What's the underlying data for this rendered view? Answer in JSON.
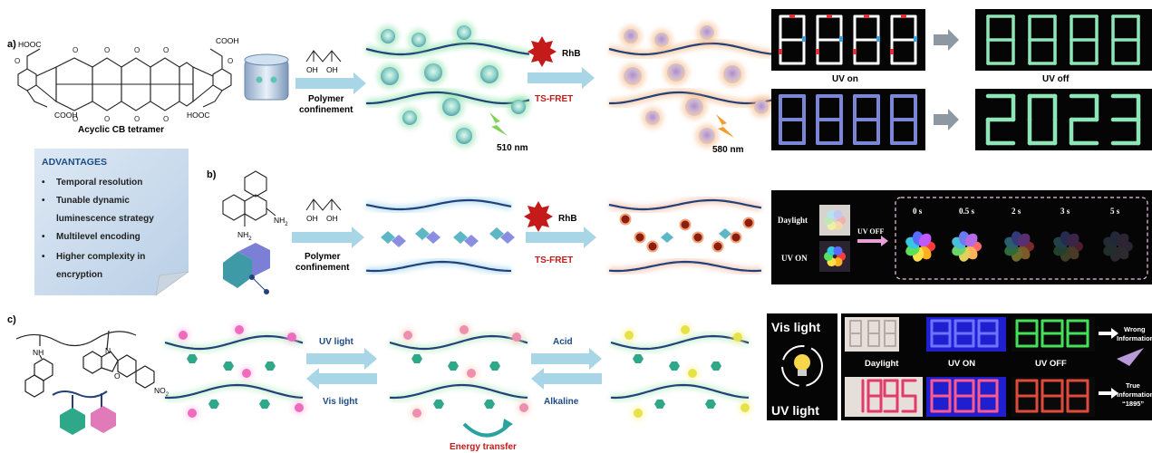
{
  "panel_a": {
    "label": "a)",
    "molecule_name": "Acyclic CB tetramer",
    "groups": {
      "hooc_top": "HOOC",
      "cooh_top": "COOH",
      "cooh_bottom": "COOH",
      "hooc_bottom": "HOOC"
    },
    "polymer_label_line1": "Polymer",
    "polymer_label_line2": "confinement",
    "oh_label": "OH",
    "rhb_label": "RhB",
    "fret_label": "TS-FRET",
    "emission_1": "510 nm",
    "emission_2": "580 nm",
    "display_caption_1": "UV  on",
    "display_caption_2": "UV  off"
  },
  "advantages": {
    "title": "ADVANTAGES",
    "items": [
      "Temporal resolution",
      "Tunable dynamic",
      "luminescence strategy",
      "Multilevel encoding",
      "Higher complexity in",
      "encryption"
    ]
  },
  "panel_b": {
    "label": "b)",
    "nh2_1": "NH",
    "nh2_2": "NH",
    "sub_2": "2",
    "polymer_label_line1": "Polymer",
    "polymer_label_line2": "confinement",
    "oh_label": "OH",
    "rhb_label": "RhB",
    "fret_label": "TS-FRET",
    "daylight": "Daylight",
    "uv_on": "UV ON",
    "uv_off": "UV OFF",
    "times": [
      "0 s",
      "0.5 s",
      "2 s",
      "3 s",
      "5 s"
    ]
  },
  "panel_c": {
    "label": "c)",
    "nh": "NH",
    "n": "N",
    "o": "O",
    "no2": "NO",
    "no2_sub": "2",
    "uv_light": "UV light",
    "vis_light": "Vis light",
    "acid": "Acid",
    "alkaline": "Alkaline",
    "energy_transfer": "Energy transfer",
    "vis_light_big": "Vis light",
    "uv_light_big": "UV light",
    "cap_daylight": "Daylight",
    "cap_uv_on": "UV ON",
    "cap_uv_off": "UV OFF",
    "wrong_1": "Wrong",
    "wrong_2": "Information",
    "true_1": "True",
    "true_2": "Information",
    "true_3": "“1895”"
  },
  "colors": {
    "chain": "#23407a",
    "arrow": "#a8d6e6",
    "red_label": "#c41a1a",
    "green_glow": "#7ee0a0",
    "orange_glow": "#f3b27a"
  }
}
